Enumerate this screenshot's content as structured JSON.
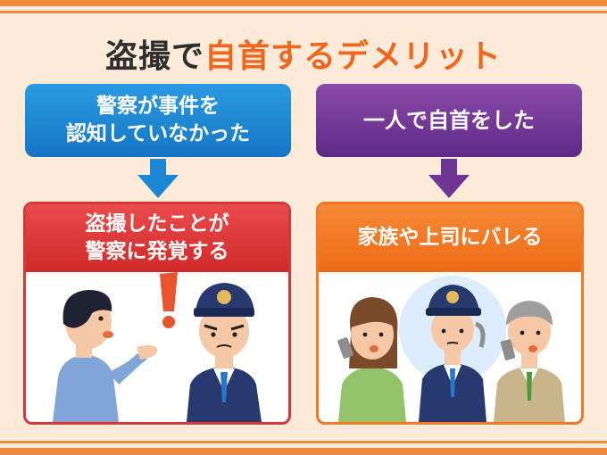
{
  "title": {
    "prefix": "盗撮で",
    "accent": "自首するデメリット"
  },
  "left": {
    "condition_line1": "警察が事件を",
    "condition_line2": "認知していなかった",
    "result_line1": "盗撮したことが",
    "result_line2": "警察に発覚する"
  },
  "right": {
    "condition": "一人で自首をした",
    "result": "家族や上司にバレる"
  },
  "colors": {
    "accent_orange": "#f2651c",
    "blue": "#1576c5",
    "purple": "#5e2b86",
    "red": "#d3383a",
    "orange": "#f27a27"
  },
  "icons": {
    "left_scene": "man-and-police-officer-with-exclamation",
    "right_scene": "family-police-boss-on-phones"
  }
}
